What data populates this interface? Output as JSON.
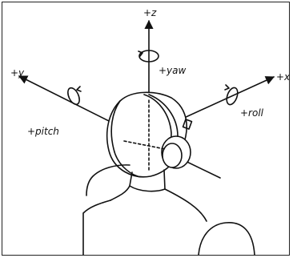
{
  "labels": {
    "z": "+z",
    "yaw": "+yaw",
    "y": "+y",
    "x": "+x",
    "pitch": "+pitch",
    "roll": "+roll"
  },
  "colors": {
    "ink": "#111111",
    "background": "#ffffff"
  }
}
